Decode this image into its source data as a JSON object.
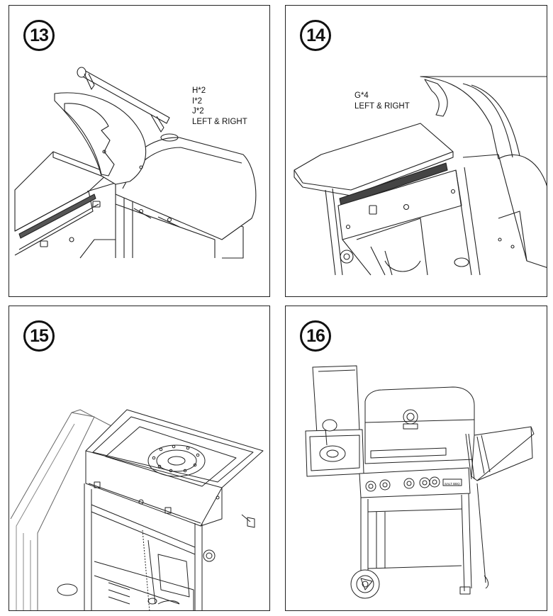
{
  "panels": [
    {
      "step": "13",
      "parts": [
        "H*2",
        "I*2",
        "J*2",
        "LEFT & RIGHT"
      ]
    },
    {
      "step": "14",
      "parts": [
        "G*4",
        "LEFT & RIGHT"
      ]
    },
    {
      "step": "15",
      "parts": []
    },
    {
      "step": "16",
      "parts": [],
      "illustration_text": "SALT BBQ"
    }
  ]
}
